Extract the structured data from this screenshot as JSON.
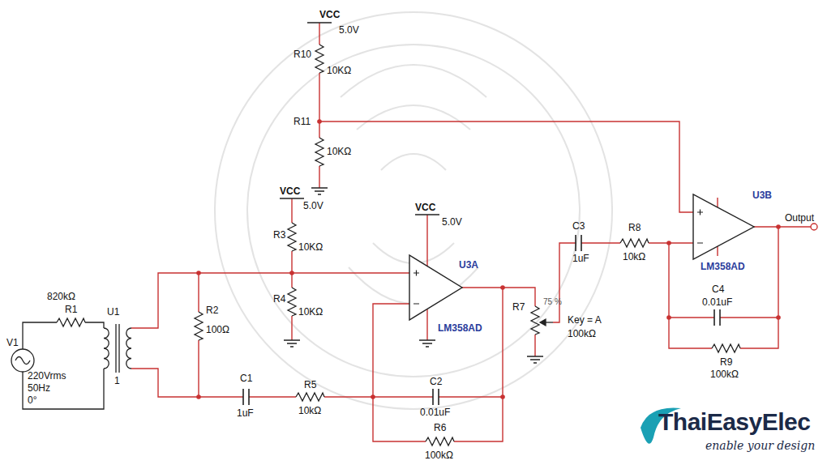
{
  "diagram": {
    "labels": [
      "VCC",
      "5.0V",
      "R10",
      "10KΩ",
      "R11",
      "10KΩ",
      "U3B",
      "Output",
      "LM358AD",
      "VCC",
      "5.0V",
      "R3",
      "10KΩ",
      "R4",
      "10KΩ",
      "VCC",
      "5.0V",
      "U3A",
      "LM358AD",
      "820kΩ",
      "R1",
      "V1",
      "U1",
      "1",
      "R2",
      "100Ω",
      "220Vrms",
      "50Hz",
      "0°",
      "C1",
      "1uF",
      "R5",
      "10kΩ",
      "C2",
      "0.01uF",
      "R6",
      "100kΩ",
      "R7",
      "75 %",
      "Key = A",
      "100kΩ",
      "C3",
      "1uF",
      "R8",
      "10kΩ",
      "C4",
      "0.01uF",
      "R9",
      "100kΩ",
      "ThaiEasyElec",
      "enable your design"
    ]
  }
}
